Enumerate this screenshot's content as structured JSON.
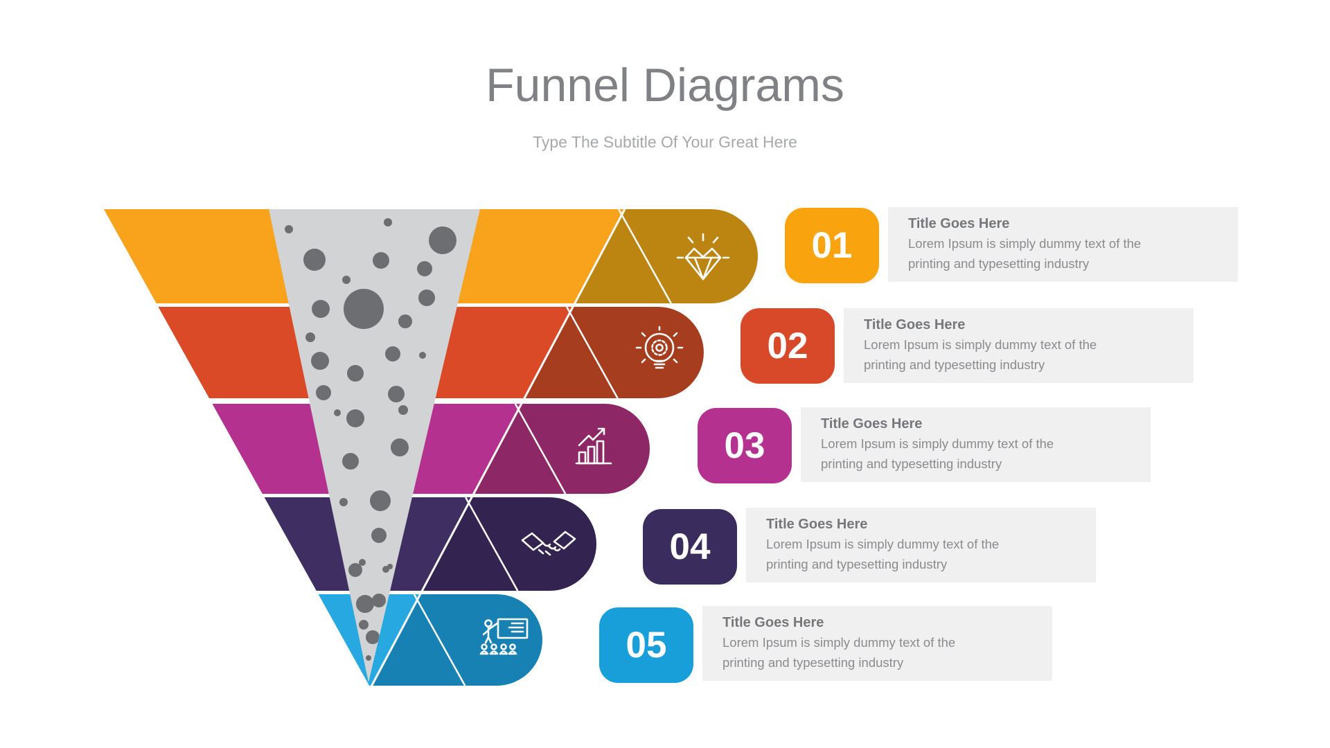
{
  "header": {
    "title": "Funnel Diagrams",
    "subtitle": "Type The Subtitle Of Your Great Here"
  },
  "funnel": {
    "stage_count": 5,
    "triangle_color": "#D1D3D4",
    "dot_color": "#6D6E71",
    "divider_color": "#FFFFFF",
    "icon_color": "#FFFFFF"
  },
  "rows": [
    {
      "number": "01",
      "title": "Title Goes Here",
      "body_lines": [
        "Lorem Ipsum is simply dummy text of the",
        "printing and typesetting industry"
      ],
      "icon": "diamond-icon",
      "color_bright": "#F9A21B",
      "color_dark": "#BC8410",
      "box_color": "#F9A30E",
      "panel_color": "#F0F0F1"
    },
    {
      "number": "02",
      "title": "Title Goes Here",
      "body_lines": [
        "Lorem Ipsum is simply dummy text of the",
        "printing and typesetting industry"
      ],
      "icon": "gear-bulb-icon",
      "color_bright": "#DB4A27",
      "color_dark": "#A53D1E",
      "box_color": "#D8492A",
      "panel_color": "#F0F0F1"
    },
    {
      "number": "03",
      "title": "Title Goes Here",
      "body_lines": [
        "Lorem Ipsum is simply dummy text of the",
        "printing and typesetting industry"
      ],
      "icon": "growth-chart-icon",
      "color_bright": "#B5318F",
      "color_dark": "#8D2766",
      "box_color": "#B5318F",
      "panel_color": "#F0F0F1"
    },
    {
      "number": "04",
      "title": "Title Goes Here",
      "body_lines": [
        "Lorem Ipsum is simply dummy text of the",
        "printing and typesetting industry"
      ],
      "icon": "handshake-icon",
      "color_bright": "#3E2E62",
      "color_dark": "#332350",
      "box_color": "#3B2C5E",
      "panel_color": "#F0F0F1"
    },
    {
      "number": "05",
      "title": "Title Goes Here",
      "body_lines": [
        "Lorem Ipsum is simply dummy text of the",
        "printing and typesetting industry"
      ],
      "icon": "presentation-icon",
      "color_bright": "#28A8E0",
      "color_dark": "#1681B2",
      "box_color": "#189ED9",
      "panel_color": "#F0F0F1"
    }
  ]
}
